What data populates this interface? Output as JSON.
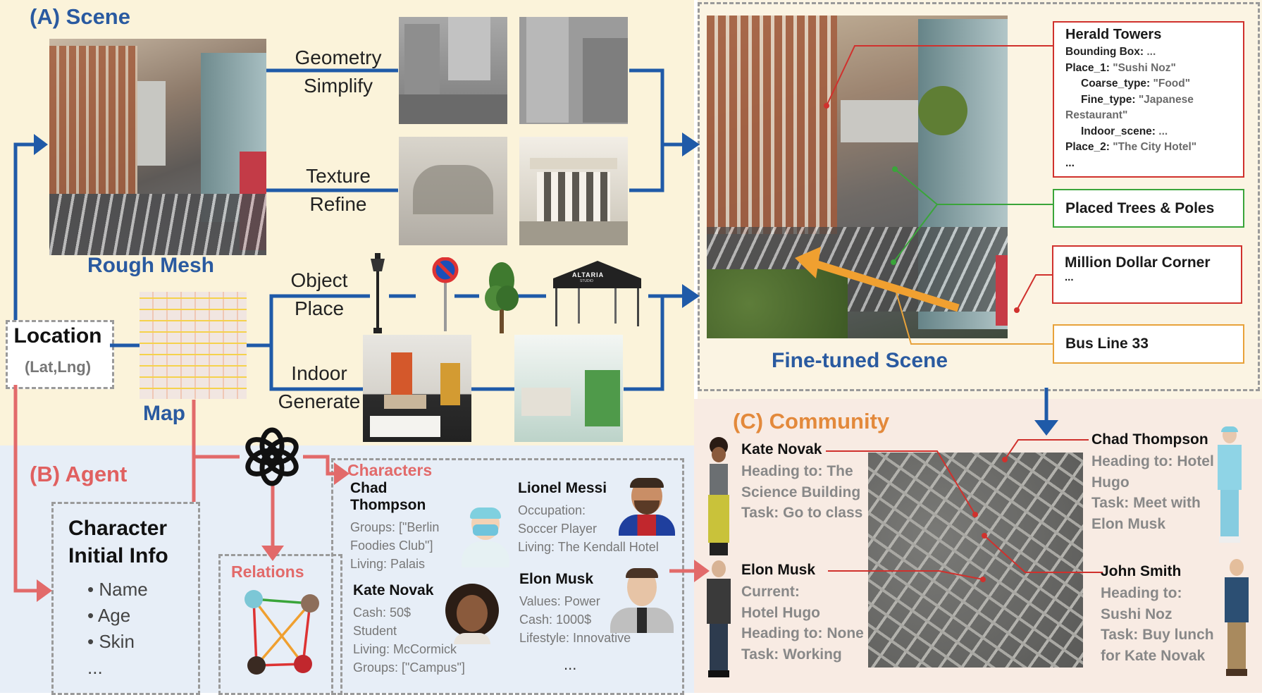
{
  "scene": {
    "title": "(A) Scene",
    "rough_mesh_label": "Rough Mesh",
    "geometry_label": [
      "Geometry",
      "Simplify"
    ],
    "texture_label": [
      "Texture",
      "Refine"
    ],
    "object_label": [
      "Object",
      "Place"
    ],
    "indoor_label": [
      "Indoor",
      "Generate"
    ],
    "location_label": "Location",
    "location_sub": "(Lat,Lng)",
    "map_label": "Map",
    "tent_brand": "ALTARIA",
    "tent_sub": "STUDIO",
    "fine_tuned_label": "Fine-tuned Scene",
    "herald": {
      "title": "Herald Towers",
      "lines": [
        {
          "key": "Bounding Box:",
          "val": " ...",
          "indent": 0
        },
        {
          "key": "Place_1:",
          "val": " \"Sushi Noz\"",
          "indent": 0
        },
        {
          "key": "Coarse_type:",
          "val": " \"Food\"",
          "indent": 1
        },
        {
          "key": "Fine_type:",
          "val": " \"Japanese",
          "indent": 1
        },
        {
          "key": "",
          "val": "Restaurant\"",
          "indent": 0
        },
        {
          "key": "Indoor_scene:",
          "val": " ...",
          "indent": 1
        },
        {
          "key": "Place_2:",
          "val": " \"The City Hotel\"",
          "indent": 0
        },
        {
          "key": "...",
          "val": "",
          "indent": 0
        }
      ]
    },
    "trees_label": "Placed Trees & Poles",
    "million_label": "Million Dollar Corner",
    "million_sub": "...",
    "bus_label": "Bus Line 33"
  },
  "agent": {
    "title": "(B) Agent",
    "char_info_title": [
      "Character",
      "Initial Info"
    ],
    "bullets": [
      "Name",
      "Age",
      "Skin"
    ],
    "more": "...",
    "relations_label": "Relations",
    "characters_label": "Characters",
    "cards": [
      {
        "name": "Chad Thompson",
        "lines": [
          "Groups: [\"Berlin",
          "Foodies Club\"]",
          "Living: Palais"
        ]
      },
      {
        "name": "Lionel Messi",
        "lines": [
          "Occupation:",
          "Soccer Player",
          "Living: The Kendall Hotel"
        ]
      },
      {
        "name": "Kate Novak",
        "lines": [
          "Cash: 50$",
          "Student",
          "Living: McCormick",
          "Groups: [\"Campus\"]"
        ]
      },
      {
        "name": "Elon Musk",
        "lines": [
          "Values: Power",
          "Cash: 1000$",
          "Lifestyle: Innovative"
        ]
      }
    ],
    "cards_more": "..."
  },
  "community": {
    "title": "(C) Community",
    "people": [
      {
        "name": "Kate Novak",
        "lines": [
          "Heading to: The",
          "Science Building",
          "Task: Go to class"
        ]
      },
      {
        "name": "Elon Musk",
        "lines": [
          "Current:",
          "Hotel Hugo",
          "Heading to: None",
          "Task: Working"
        ]
      },
      {
        "name": "Chad Thompson",
        "lines": [
          "Heading to: Hotel",
          "Hugo",
          "Task: Meet with",
          "Elon Musk"
        ]
      },
      {
        "name": "John Smith",
        "lines": [
          "Heading to:",
          "Sushi Noz",
          "Task: Buy lunch",
          "for Kate Novak"
        ]
      }
    ]
  },
  "colors": {
    "blue_arrow": "#1f5aa8",
    "red_arrow": "#e26a6a",
    "red_box": "#d0312d",
    "green_box": "#3aa53a",
    "orange_box": "#e8a23a"
  }
}
